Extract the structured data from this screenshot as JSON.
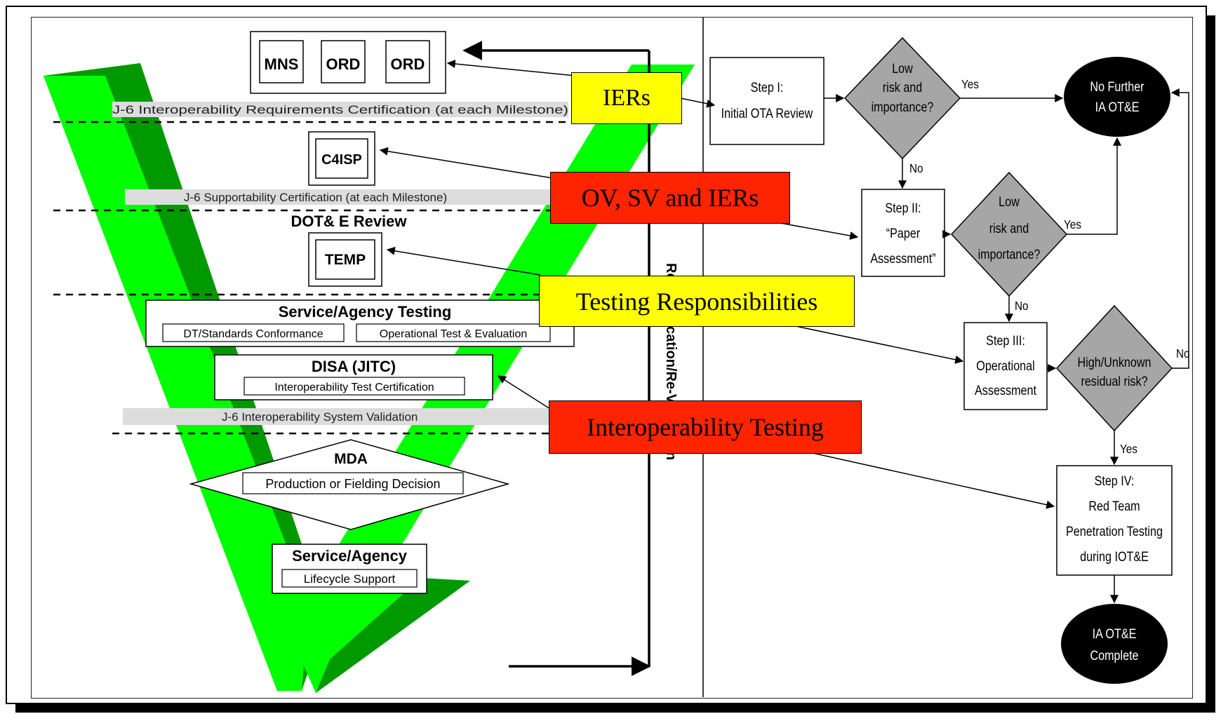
{
  "left_panel": {
    "docs_top": [
      "MNS",
      "ORD",
      "ORD"
    ],
    "c4isp": "C4ISP",
    "temp": "TEMP",
    "bar_j6_requirements": "J-6 Interoperability Requirements Certification (at each Milestone)",
    "bar_j6_supportability": "J-6 Supportability Certification (at each Milestone)",
    "bar_j6_validation": "J-6 Interoperability System Validation",
    "dote_review": "DOT& E Review",
    "service_testing": {
      "title": "Service/Agency Testing",
      "sub1": "DT/Standards Conformance",
      "sub2": "Operational Test & Evaluation"
    },
    "disa": {
      "title": "DISA (JITC)",
      "sub": "Interoperability Test Certification"
    },
    "mda": {
      "title": "MDA",
      "sub": "Production or Fielding Decision"
    },
    "lifecycle": {
      "title": "Service/Agency",
      "sub": "Lifecycle Support"
    },
    "vertical_label": "Re-Certification/Re-Validation",
    "colors": {
      "v_light": "#00ff00",
      "v_dark": "#009900",
      "bar_gray": "#dcdcdc"
    }
  },
  "callouts": {
    "iers": "IERs",
    "ov_sv": "OV, SV and IERs",
    "testing_resp": "Testing Responsibilities",
    "interop_testing": "Interoperability Testing",
    "colors": {
      "yellow": "#ffff00",
      "red": "#ff2400"
    }
  },
  "flowchart": {
    "step1": [
      "Step I:",
      "Initial OTA Review"
    ],
    "step2": [
      "Step II:",
      "“Paper",
      "Assessment”"
    ],
    "step3": [
      "Step III:",
      "Operational",
      "Assessment"
    ],
    "step4": [
      "Step IV:",
      "Red Team",
      "Penetration Testing",
      "during IOT&E"
    ],
    "decision1": [
      "Low",
      "risk and",
      "importance?"
    ],
    "decision2": [
      "Low",
      "risk and",
      "importance?"
    ],
    "decision3": [
      "High/Unknown",
      "residual risk?"
    ],
    "end_no_further": [
      "No Further",
      "IA OT&E"
    ],
    "end_complete": [
      "IA OT&E",
      "Complete"
    ],
    "yes": "Yes",
    "no": "No",
    "colors": {
      "diamond": "#a6a6a6",
      "terminal": "#000000"
    }
  }
}
